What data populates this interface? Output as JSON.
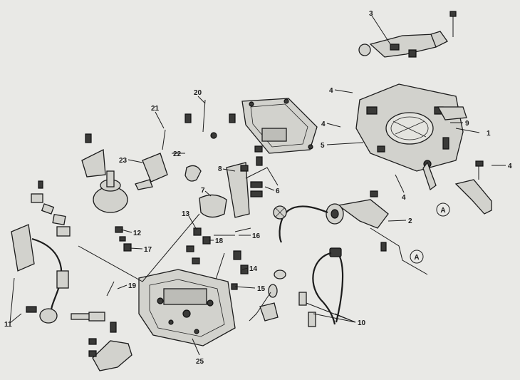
{
  "callouts": [
    {
      "id": "c1",
      "label": "1"
    },
    {
      "id": "c2",
      "label": "2"
    },
    {
      "id": "c3",
      "label": "3"
    },
    {
      "id": "c4a",
      "label": "4"
    },
    {
      "id": "c4b",
      "label": "4"
    },
    {
      "id": "c4c",
      "label": "4"
    },
    {
      "id": "c4d",
      "label": "4"
    },
    {
      "id": "c5",
      "label": "5"
    },
    {
      "id": "c6",
      "label": "6"
    },
    {
      "id": "c7",
      "label": "7"
    },
    {
      "id": "c8",
      "label": "8"
    },
    {
      "id": "c9",
      "label": "9"
    },
    {
      "id": "c10",
      "label": "10"
    },
    {
      "id": "c11",
      "label": "11"
    },
    {
      "id": "c12",
      "label": "12"
    },
    {
      "id": "c13",
      "label": "13"
    },
    {
      "id": "c14",
      "label": "14"
    },
    {
      "id": "c15",
      "label": "15"
    },
    {
      "id": "c16",
      "label": "16"
    },
    {
      "id": "c17",
      "label": "17"
    },
    {
      "id": "c18",
      "label": "18"
    },
    {
      "id": "c19",
      "label": "19"
    },
    {
      "id": "c20",
      "label": "20"
    },
    {
      "id": "c21",
      "label": "21"
    },
    {
      "id": "c22",
      "label": "22"
    },
    {
      "id": "c23",
      "label": "23"
    },
    {
      "id": "c25",
      "label": "25"
    }
  ],
  "references": [
    {
      "id": "ra1",
      "label": "A"
    },
    {
      "id": "ra2",
      "label": "A"
    }
  ]
}
